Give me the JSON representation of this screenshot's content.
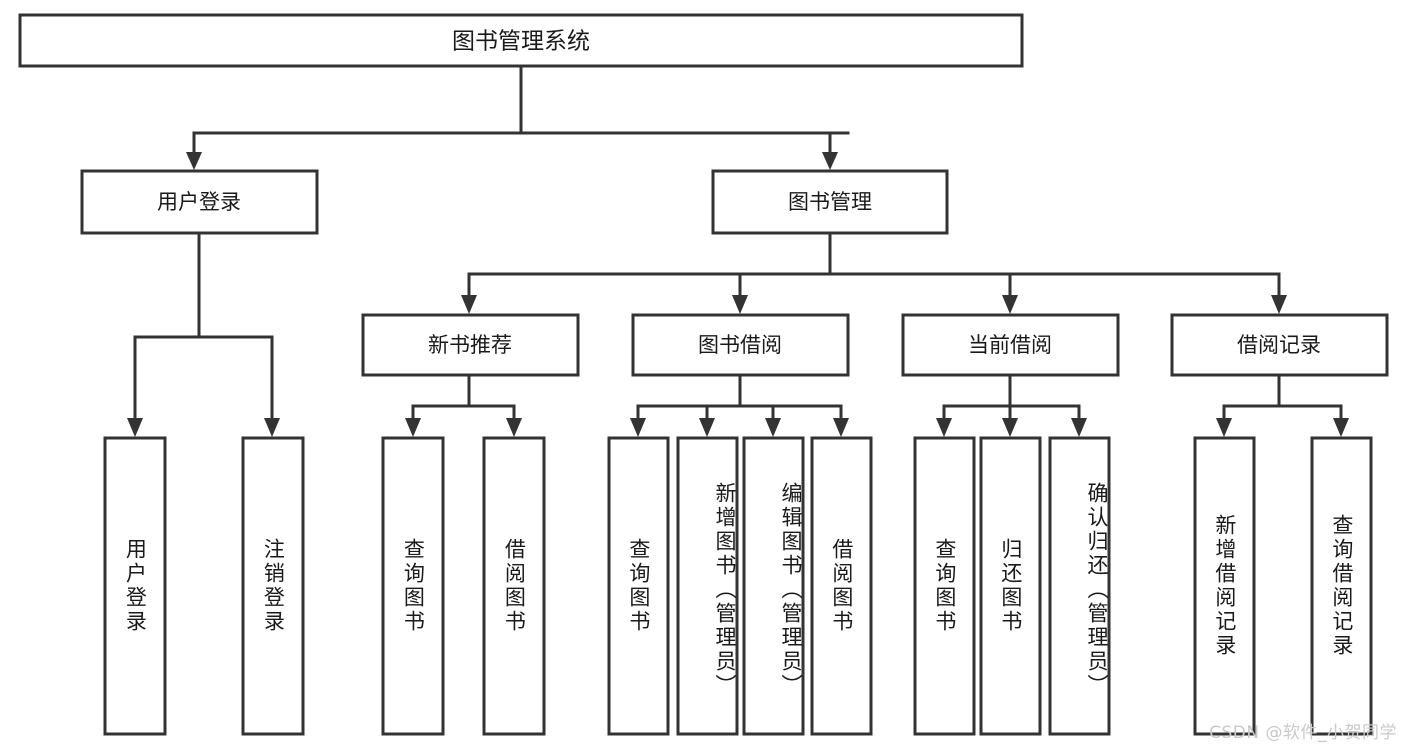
{
  "diagram": {
    "type": "tree-hierarchy",
    "title": "图书管理系统",
    "colors": {
      "box_stroke": "#333333",
      "box_fill": "#ffffff",
      "connector": "#333333",
      "text": "#1a1a1a",
      "watermark": "#c9c9c9",
      "background": "#ffffff"
    },
    "root": {
      "label": "图书管理系统"
    },
    "level2": [
      {
        "label": "用户登录"
      },
      {
        "label": "图书管理"
      }
    ],
    "level3": [
      {
        "label": "新书推荐"
      },
      {
        "label": "图书借阅"
      },
      {
        "label": "当前借阅"
      },
      {
        "label": "借阅记录"
      }
    ],
    "leaves": {
      "user_login": [
        {
          "label": "用户登录"
        },
        {
          "label": "注销登录"
        }
      ],
      "new_book_recommend": [
        {
          "label": "查询图书"
        },
        {
          "label": "借阅图书"
        }
      ],
      "book_borrow": [
        {
          "label": "查询图书"
        },
        {
          "label": "新增图书（管理员）"
        },
        {
          "label": "编辑图书（管理员）"
        },
        {
          "label": "借阅图书"
        }
      ],
      "current_borrow": [
        {
          "label": "查询图书"
        },
        {
          "label": "归还图书"
        },
        {
          "label": "确认归还（管理员）"
        }
      ],
      "borrow_record": [
        {
          "label": "新增借阅记录"
        },
        {
          "label": "查询借阅记录"
        }
      ]
    }
  },
  "watermark": {
    "text": "CSDN @软件_小贺同学"
  }
}
